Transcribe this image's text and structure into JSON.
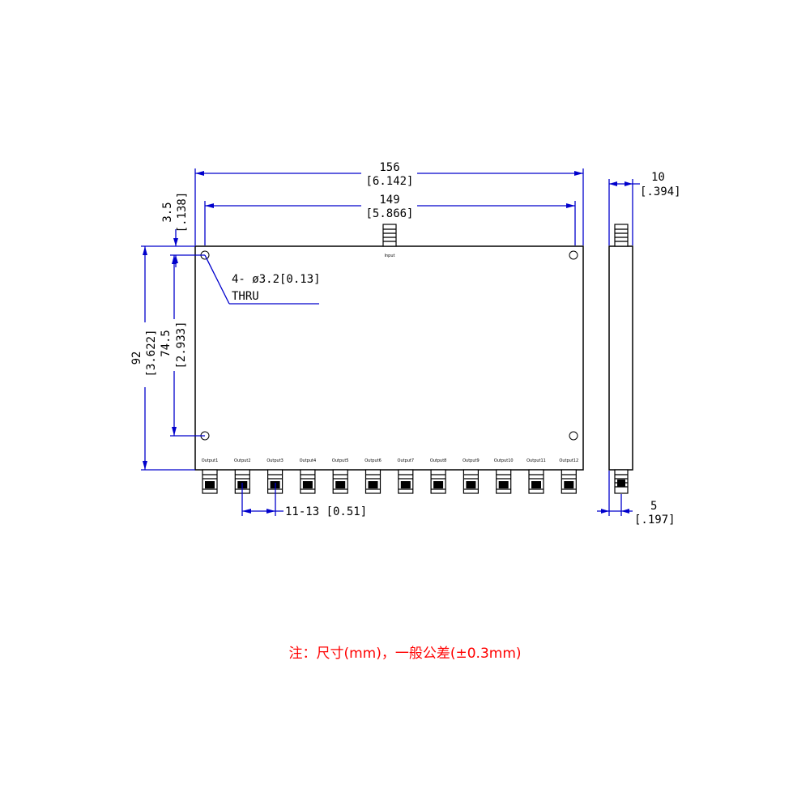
{
  "input_label": "Input",
  "output_labels": [
    "Output1",
    "Output2",
    "Output3",
    "Output4",
    "Output5",
    "Output6",
    "Output7",
    "Output8",
    "Output9",
    "Output10",
    "Output11",
    "Output12"
  ],
  "dims": {
    "overall_width": "156",
    "overall_width_in": "[6.142]",
    "hole_spacing_x": "149",
    "hole_spacing_x_in": "[5.866]",
    "edge_offset": "3.5",
    "edge_offset_in": "[.138]",
    "hole_callout_1": "4- ø3.2[0.13]",
    "hole_callout_2": "THRU",
    "overall_height": "92",
    "overall_height_in": "[3.622]",
    "hole_spacing_y": "74.5",
    "hole_spacing_y_in": "[2.933]",
    "port_pitch": "11-13 [0.51]",
    "thickness": "10",
    "thickness_in": "[.394]",
    "port_offset": "5",
    "port_offset_in": "[.197]"
  },
  "note": "注：尺寸(mm)，一般公差(±0.3mm)",
  "colors": {
    "dimension": "#0000cc",
    "outline": "#000000",
    "note": "#ff0000"
  }
}
